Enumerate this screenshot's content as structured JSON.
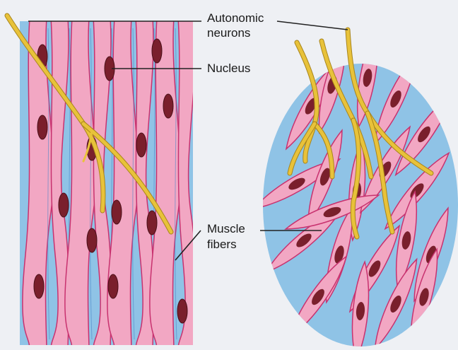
{
  "labels": {
    "autonomic_neurons_line1": "Autonomic",
    "autonomic_neurons_line2": "neurons",
    "nucleus": "Nucleus",
    "muscle_fibers_line1": "Muscle",
    "muscle_fibers_line2": "fibers"
  },
  "colors": {
    "background": "#eef0f4",
    "connective_tissue": "#8fc3e6",
    "fiber_fill": "#f2a7c3",
    "fiber_edge": "#c8326f",
    "nucleus": "#7a1f2c",
    "neuron": "#e8c23a",
    "neuron_edge": "#a8851c",
    "leader_line": "#222222"
  }
}
